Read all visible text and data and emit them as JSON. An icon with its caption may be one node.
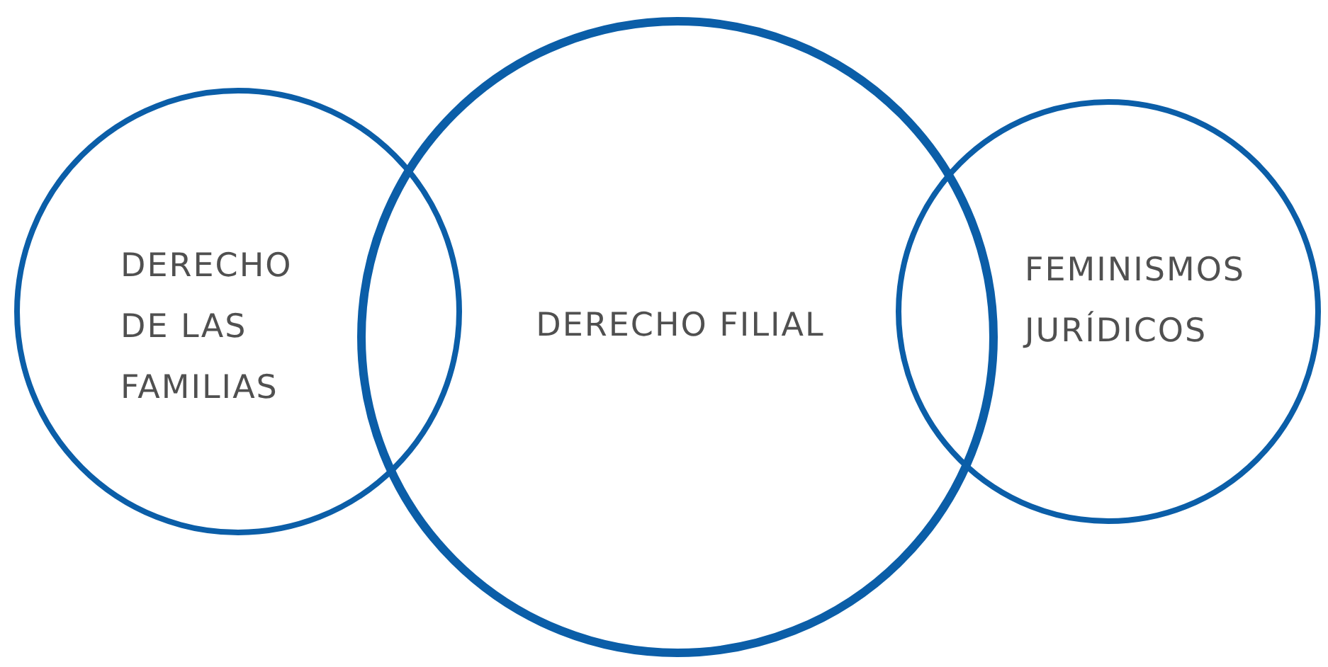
{
  "diagram": {
    "nodes": [
      {
        "text": [
          "DERECHO DE LAS FAMILIAS"
        ]
      },
      {
        "text": [
          "DERECHO FILIAL"
        ]
      },
      {
        "text": [
          "FEMINISMOS JURÍDICOS"
        ]
      }
    ]
  }
}
